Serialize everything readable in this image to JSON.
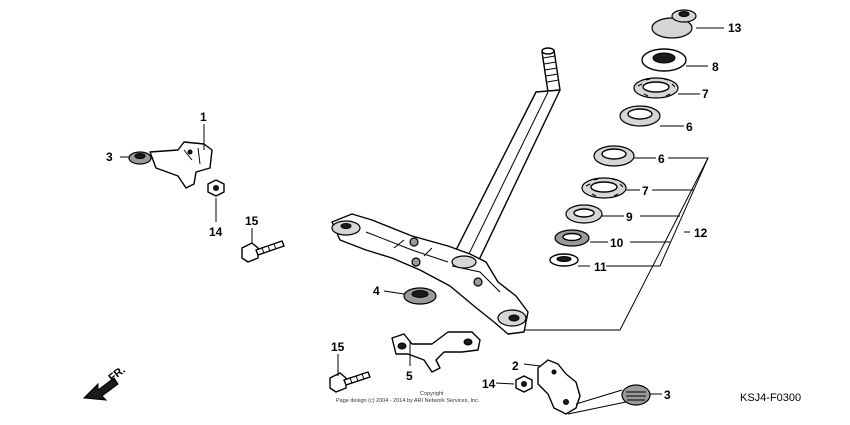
{
  "callouts": {
    "n1": "1",
    "n2": "2",
    "n3a": "3",
    "n3b": "3",
    "n4": "4",
    "n5": "5",
    "n6a": "6",
    "n6b": "6",
    "n7a": "7",
    "n7b": "7",
    "n8": "8",
    "n9": "9",
    "n10": "10",
    "n11": "11",
    "n12": "12",
    "n13": "13",
    "n14a": "14",
    "n14b": "14",
    "n15a": "15",
    "n15b": "15"
  },
  "direction_label": "FR.",
  "diagram_code": "KSJ4-F0300",
  "copyright_line1": "Copyright",
  "copyright_line2": "Page design (c) 2004 - 2014 by ARI Network Services, Inc."
}
